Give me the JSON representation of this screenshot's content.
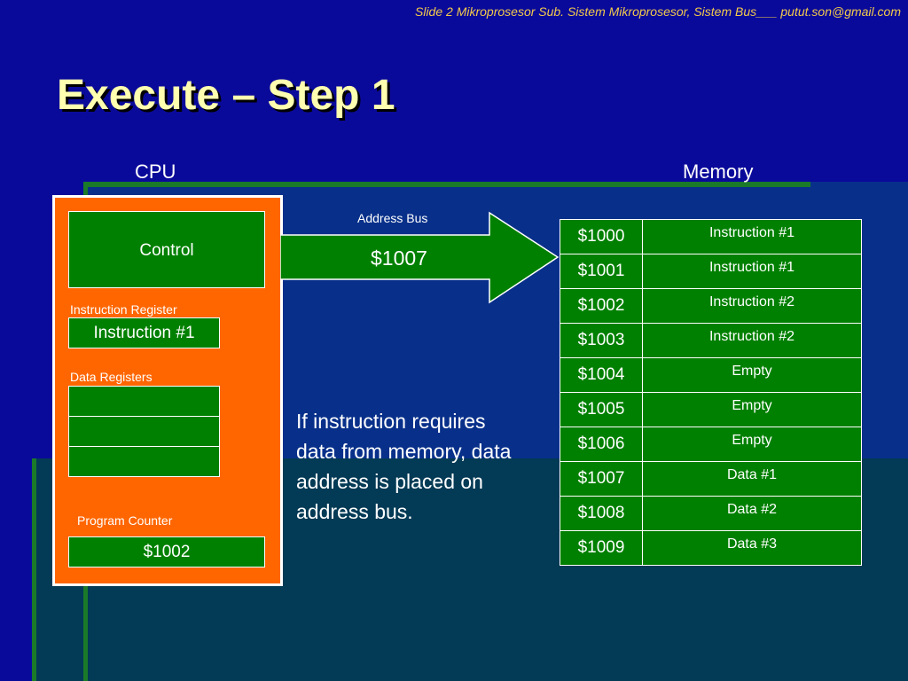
{
  "header": {
    "text": "Slide 2 Mikroprosesor Sub. Sistem Mikroprosesor, Sistem Bus___  putut.son@gmail.com"
  },
  "title": "Execute – Step 1",
  "labels": {
    "cpu": "CPU",
    "memory": "Memory"
  },
  "cpu": {
    "control": "Control",
    "instruction_register_label": "Instruction Register",
    "instruction_register_value": "Instruction #1",
    "data_registers_label": "Data Registers",
    "data_registers": [
      "",
      "",
      ""
    ],
    "program_counter_label": "Program Counter",
    "program_counter_value": "$1002"
  },
  "bus": {
    "label": "Address Bus",
    "value": "$1007"
  },
  "explanation": "If instruction requires data from memory, data address is placed on address bus.",
  "memory": [
    {
      "address": "$1000",
      "content": "Instruction #1"
    },
    {
      "address": "$1001",
      "content": "Instruction #1"
    },
    {
      "address": "$1002",
      "content": "Instruction #2"
    },
    {
      "address": "$1003",
      "content": "Instruction #2"
    },
    {
      "address": "$1004",
      "content": "Empty"
    },
    {
      "address": "$1005",
      "content": "Empty"
    },
    {
      "address": "$1006",
      "content": "Empty"
    },
    {
      "address": "$1007",
      "content": "Data #1"
    },
    {
      "address": "$1008",
      "content": "Data #2"
    },
    {
      "address": "$1009",
      "content": "Data #3"
    }
  ],
  "colors": {
    "background": "#0a0a9a",
    "cpu_box": "#ff6600",
    "green": "#008000",
    "title": "#ffffb0",
    "header": "#f2c94c"
  }
}
